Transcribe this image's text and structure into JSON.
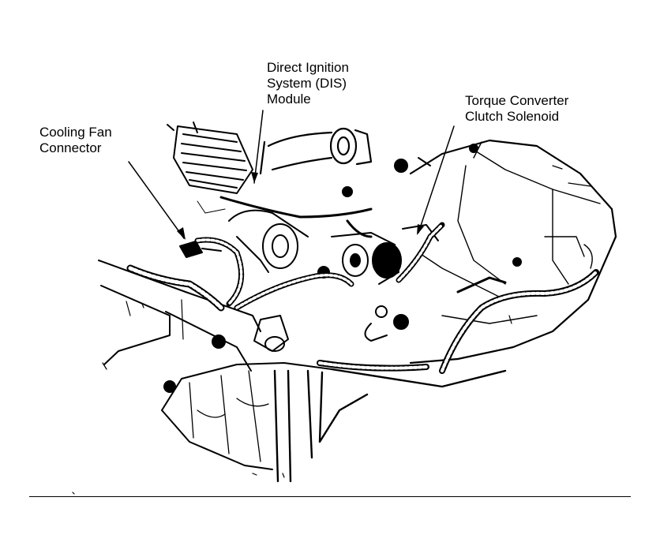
{
  "callouts": {
    "dis_module": {
      "lines": [
        "Direct Ignition",
        "System (DIS)",
        "Module"
      ]
    },
    "cooling_fan_connector": {
      "lines": [
        "Cooling Fan",
        "Connector"
      ]
    },
    "torque_converter_solenoid": {
      "lines": [
        "Torque Converter",
        "Clutch Solenoid"
      ]
    }
  },
  "style": {
    "ink": "#000000",
    "paper": "#ffffff"
  }
}
